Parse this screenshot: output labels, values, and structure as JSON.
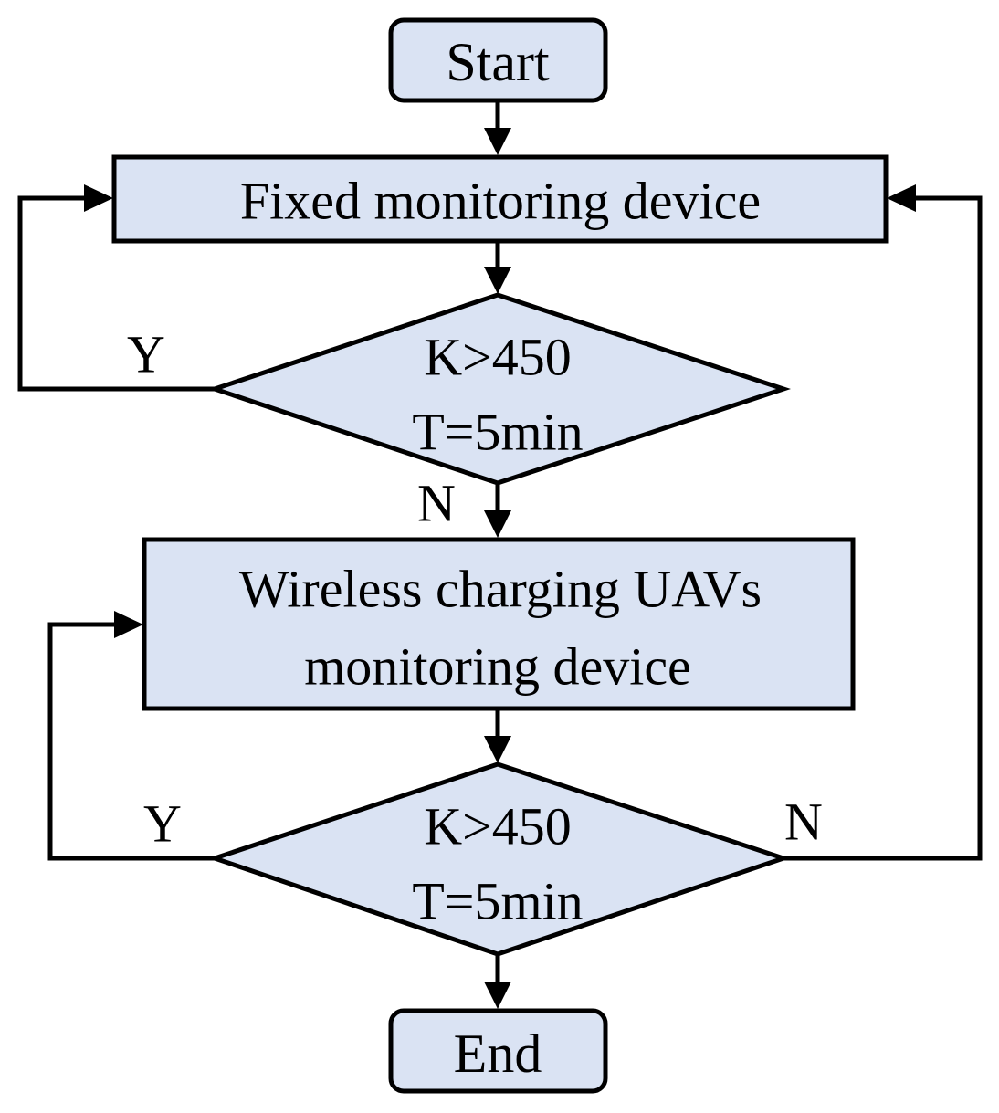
{
  "colors": {
    "fill": "#dae3f3",
    "stroke": "#000000",
    "text": "#000000"
  },
  "nodes": {
    "start": "Start",
    "fixed_device": "Fixed monitoring device",
    "decision1_line1": "K>450",
    "decision1_line2": "T=5min",
    "uav_device_line1": "Wireless charging UAVs",
    "uav_device_line2": "monitoring device",
    "decision2_line1": "K>450",
    "decision2_line2": "T=5min",
    "end": "End"
  },
  "edge_labels": {
    "decision1_yes": "Y",
    "decision1_no": "N",
    "decision2_yes": "Y",
    "decision2_no": "N"
  }
}
